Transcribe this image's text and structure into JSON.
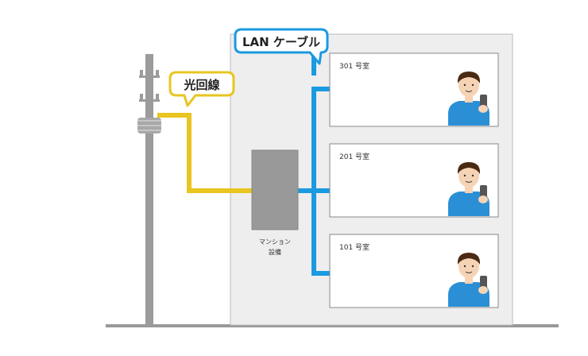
{
  "callouts": {
    "fiber_label": "光回線",
    "lan_label": "LAN ケーブル"
  },
  "equipment": {
    "line1": "マンション",
    "line2": "設備"
  },
  "rooms": [
    {
      "label": "301 号室"
    },
    {
      "label": "201 号室"
    },
    {
      "label": "101 号室"
    }
  ],
  "colors": {
    "fiber": "#e8c520",
    "lan": "#1a9ae0",
    "building": "#eeeeee",
    "pole": "#9b9b9b",
    "equipment": "#999999",
    "ground": "#999999",
    "shirt": "#2b8fd6",
    "hair": "#4a2a12",
    "skin": "#f5d3b5"
  }
}
